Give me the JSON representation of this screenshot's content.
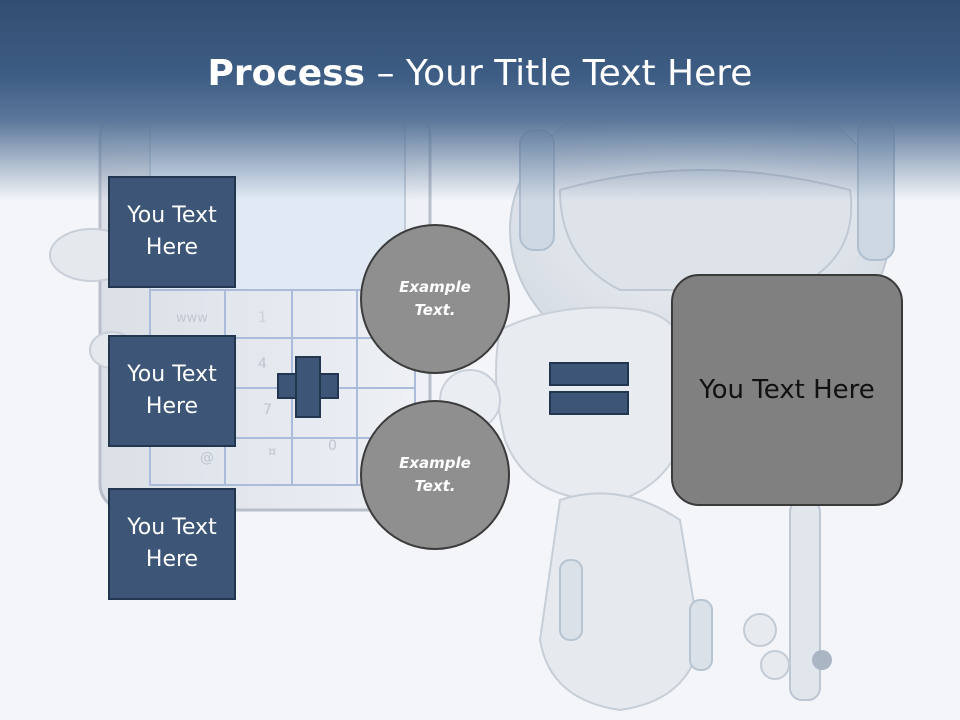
{
  "title": {
    "strong": "Process",
    "rest": " – Your Title Text Here"
  },
  "left_boxes": [
    {
      "label": "You Text Here"
    },
    {
      "label": "You Text Here"
    },
    {
      "label": "You Text Here"
    }
  ],
  "circles": [
    {
      "label": "Example Text."
    },
    {
      "label": "Example Text."
    }
  ],
  "result": {
    "label": "You Text Here"
  },
  "keypad": {
    "www": "www",
    "k1": "1",
    "k4": "4",
    "k7": "7",
    "at": "@",
    "hash": "¤",
    "k0": "0"
  },
  "colors": {
    "header": "#324e71",
    "box_fill": "#3d5677",
    "circle_fill": "#8f8f8f",
    "result_fill": "#808080"
  },
  "icons": {
    "plus": "plus-icon",
    "equals": "equals-icon"
  }
}
